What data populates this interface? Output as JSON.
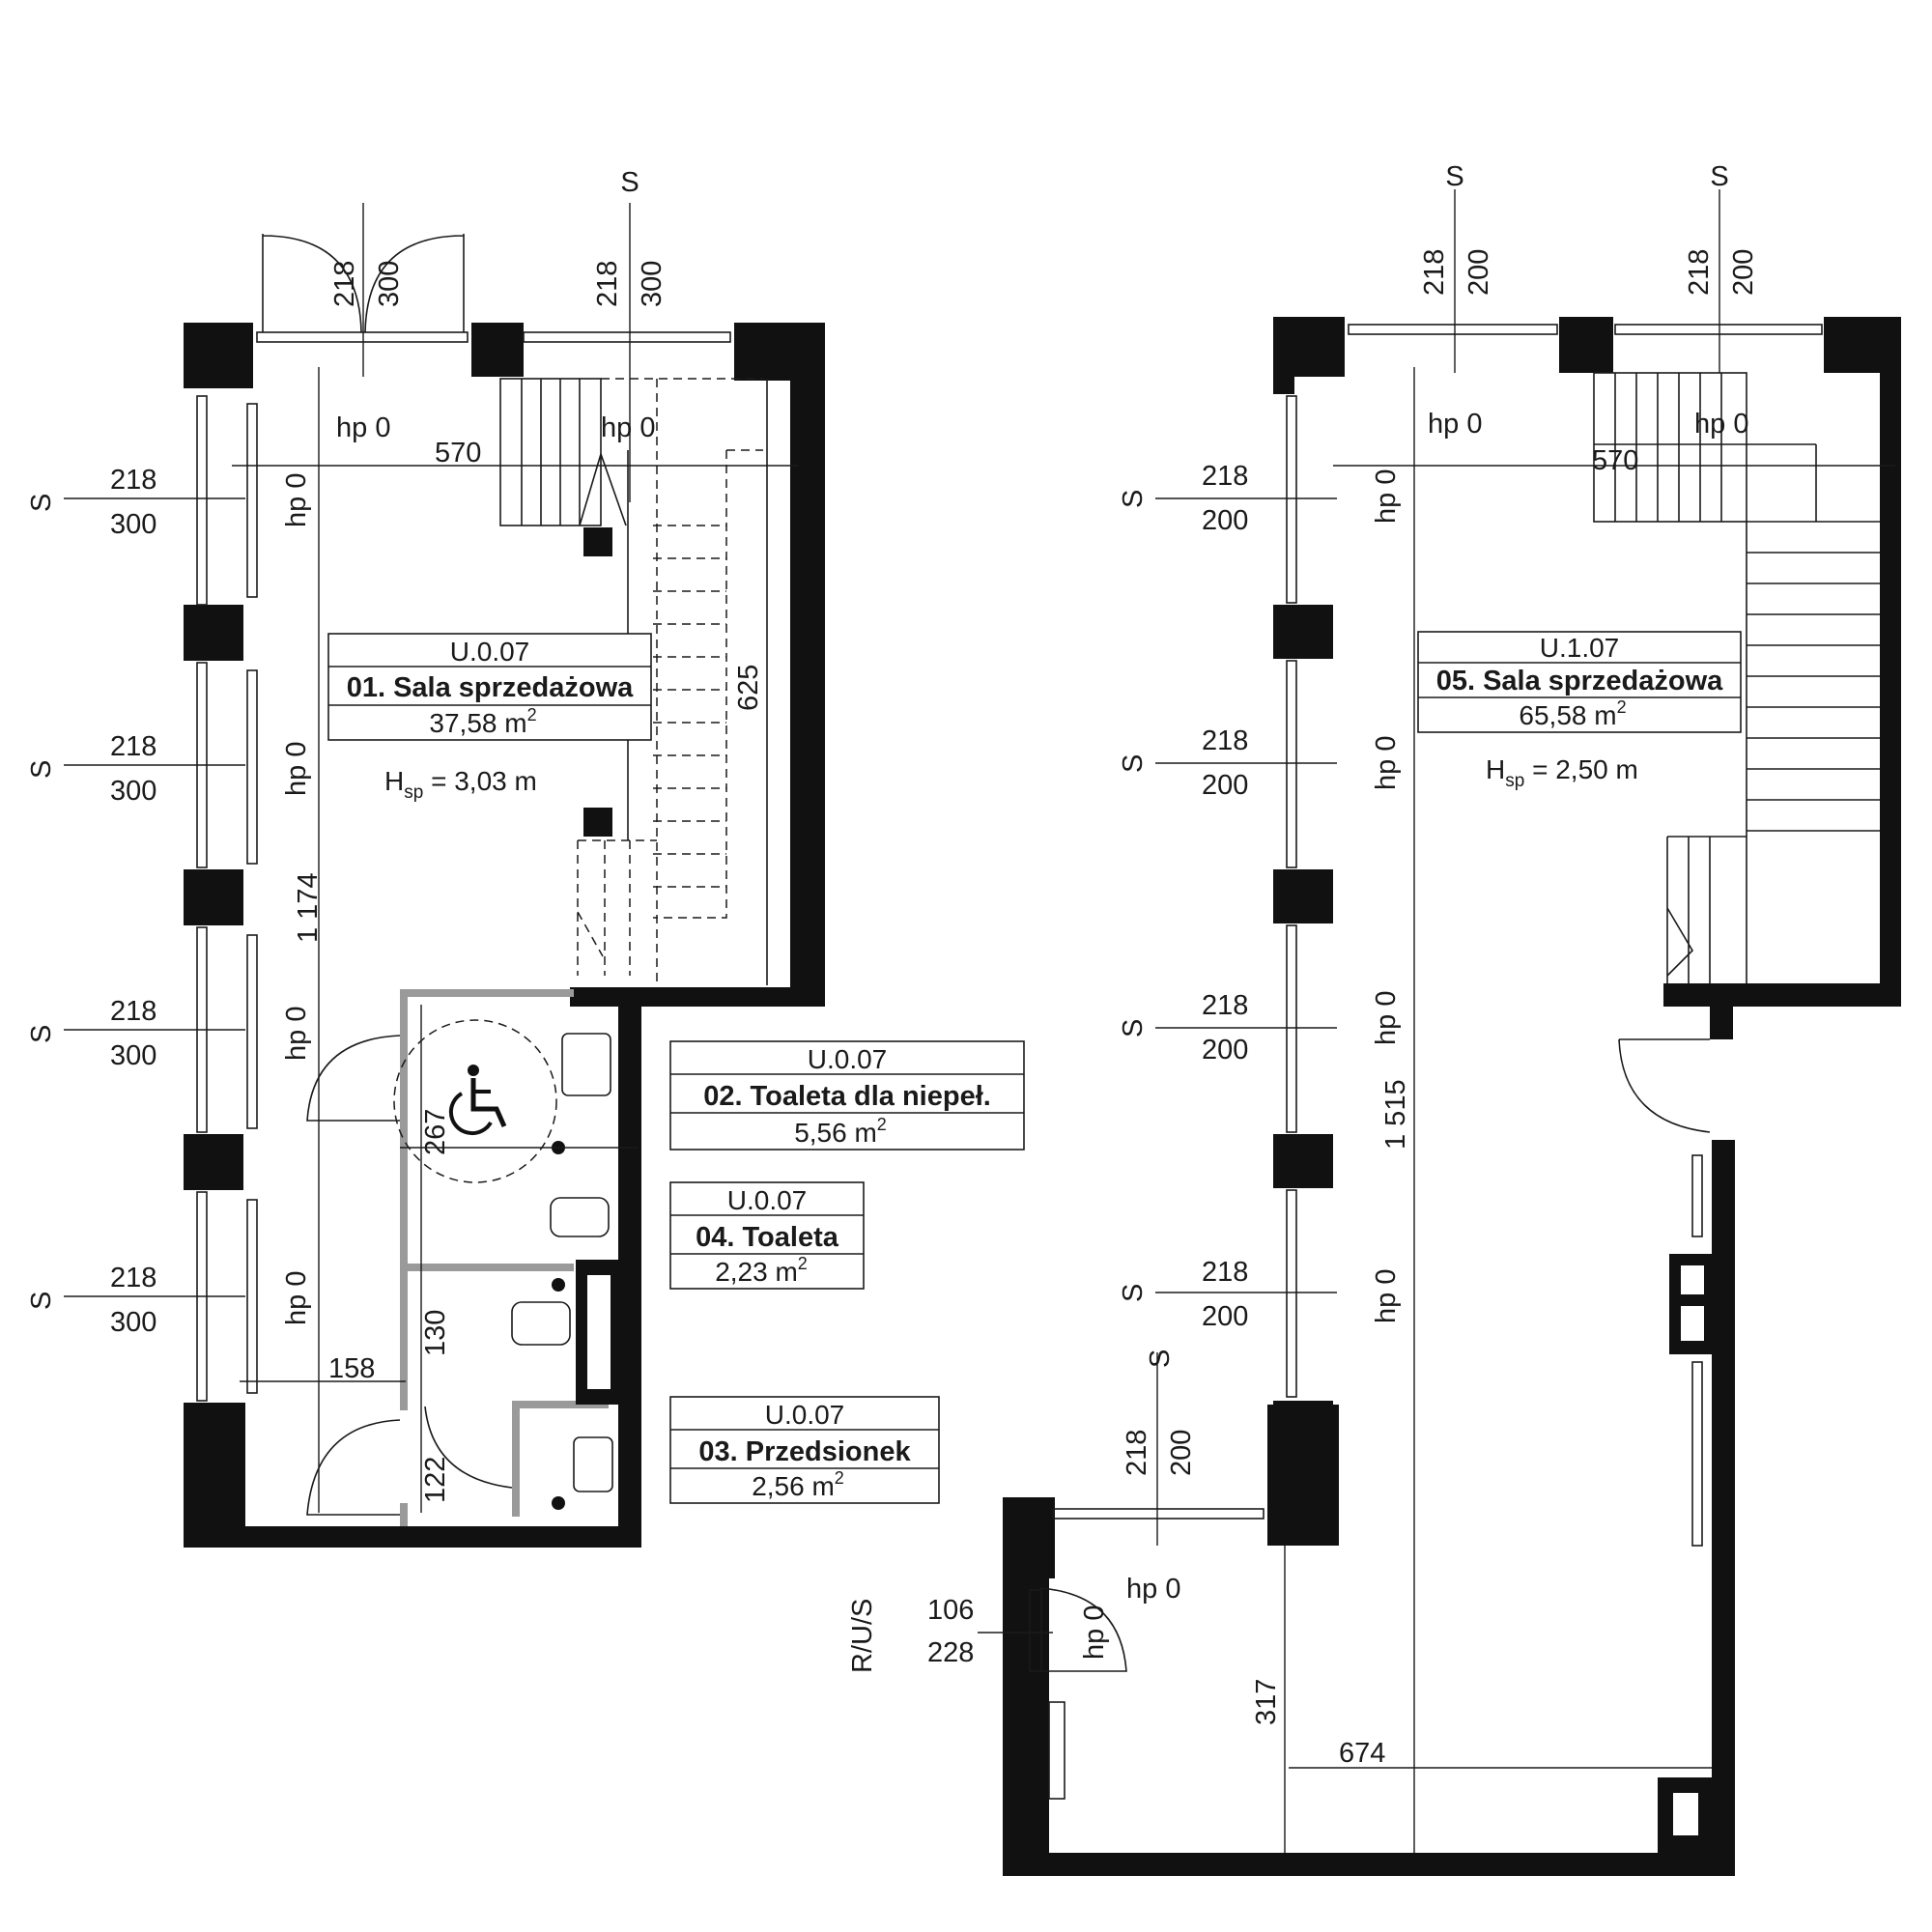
{
  "rooms": [
    {
      "code": "U.0.07",
      "name": "01. Sala sprzedażowa",
      "area": "37,58 m",
      "sup": "2"
    },
    {
      "code": "U.0.07",
      "name": "02. Toaleta dla niepeł.",
      "area": "5,56 m",
      "sup": "2"
    },
    {
      "code": "U.0.07",
      "name": "04. Toaleta",
      "area": "2,23 m",
      "sup": "2"
    },
    {
      "code": "U.0.07",
      "name": "03. Przedsionek",
      "area": "2,56 m",
      "sup": "2"
    },
    {
      "code": "U.1.07",
      "name": "05. Sala sprzedażowa",
      "area": "65,58 m",
      "sup": "2"
    }
  ],
  "heights": [
    {
      "prefix": "H",
      "sub": "sp",
      "value": " = 3,03 m"
    },
    {
      "prefix": "H",
      "sub": "sp",
      "value": " = 2,50 m"
    }
  ],
  "labels": {
    "s": "S",
    "hp": "hp 0",
    "n218": "218",
    "n300": "300",
    "n200": "200",
    "n570": "570",
    "n625": "625",
    "n1174": "1 174",
    "n267": "267",
    "n130": "130",
    "n158": "158",
    "n122": "122",
    "n1515": "1 515",
    "n106": "106",
    "n228": "228",
    "n317": "317",
    "n674": "674",
    "rus": "R/U/S"
  },
  "icons": {
    "accessibility": "wheelchair-icon"
  }
}
